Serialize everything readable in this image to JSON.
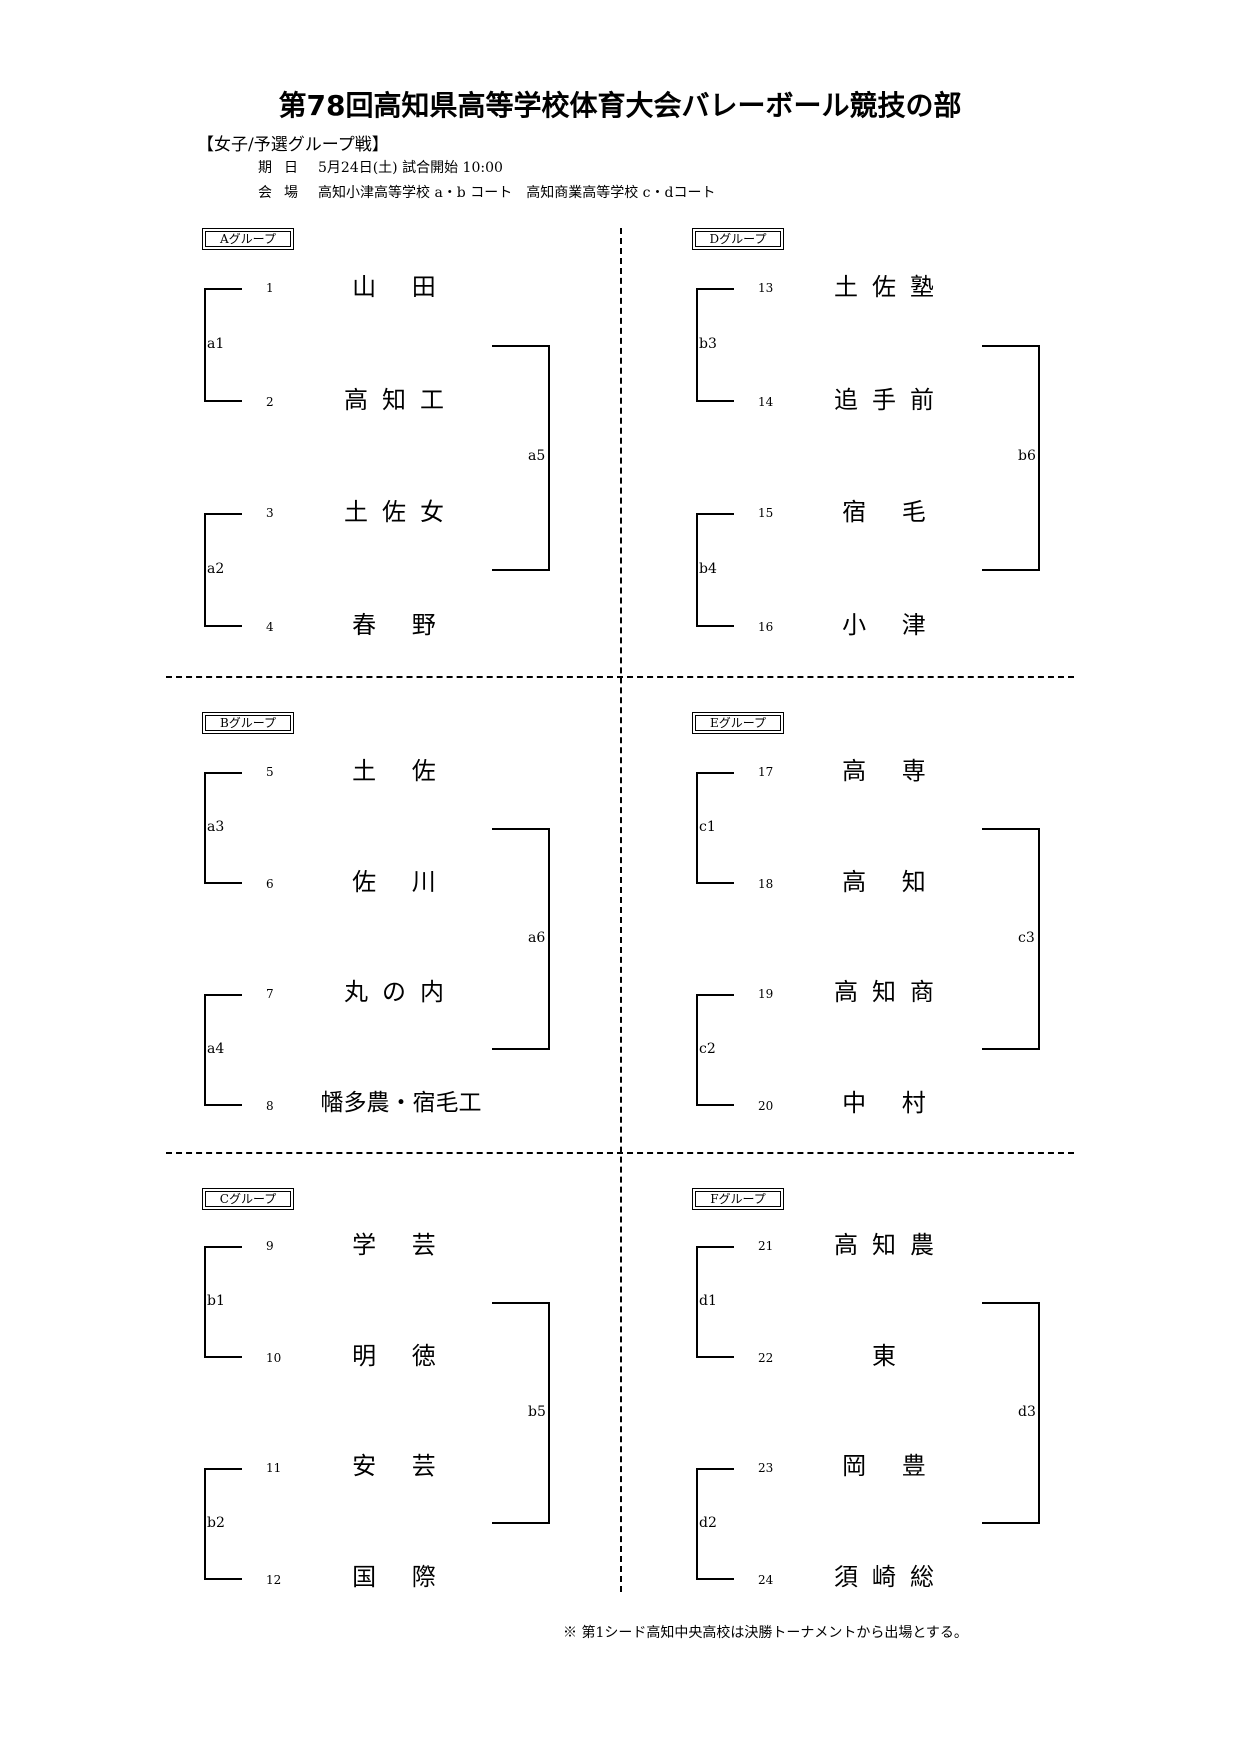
{
  "title": "第78回高知県高等学校体育大会バレーボール競技の部",
  "subtitle": "【女子/予選グループ戦】",
  "info": [
    {
      "label": "期日",
      "value": "5月24日(土) 試合開始 10:00"
    },
    {
      "label": "会場",
      "value": "高知小津高等学校 a・b コート　高知商業高等学校 c・dコート"
    }
  ],
  "groups": [
    {
      "tag": "Aグループ",
      "m1": "a1",
      "m2": "a2",
      "final": "a5",
      "teams": [
        {
          "seed": "1",
          "name": "山 田"
        },
        {
          "seed": "2",
          "name": "高知工"
        },
        {
          "seed": "3",
          "name": "土佐女"
        },
        {
          "seed": "4",
          "name": "春 野"
        }
      ]
    },
    {
      "tag": "Dグループ",
      "m1": "b3",
      "m2": "b4",
      "final": "b6",
      "teams": [
        {
          "seed": "13",
          "name": "土佐塾"
        },
        {
          "seed": "14",
          "name": "追手前"
        },
        {
          "seed": "15",
          "name": "宿 毛"
        },
        {
          "seed": "16",
          "name": "小 津"
        }
      ]
    },
    {
      "tag": "Bグループ",
      "m1": "a3",
      "m2": "a4",
      "final": "a6",
      "teams": [
        {
          "seed": "5",
          "name": "土 佐"
        },
        {
          "seed": "6",
          "name": "佐 川"
        },
        {
          "seed": "7",
          "name": "丸の内"
        },
        {
          "seed": "8",
          "name": "幡多農・宿毛工"
        }
      ]
    },
    {
      "tag": "Eグループ",
      "m1": "c1",
      "m2": "c2",
      "final": "c3",
      "teams": [
        {
          "seed": "17",
          "name": "高 専"
        },
        {
          "seed": "18",
          "name": "高 知"
        },
        {
          "seed": "19",
          "name": "高知商"
        },
        {
          "seed": "20",
          "name": "中 村"
        }
      ]
    },
    {
      "tag": "Cグループ",
      "m1": "b1",
      "m2": "b2",
      "final": "b5",
      "teams": [
        {
          "seed": "9",
          "name": "学 芸"
        },
        {
          "seed": "10",
          "name": "明 徳"
        },
        {
          "seed": "11",
          "name": "安 芸"
        },
        {
          "seed": "12",
          "name": "国 際"
        }
      ]
    },
    {
      "tag": "Fグループ",
      "m1": "d1",
      "m2": "d2",
      "final": "d3",
      "teams": [
        {
          "seed": "21",
          "name": "高知農"
        },
        {
          "seed": "22",
          "name": "東"
        },
        {
          "seed": "23",
          "name": "岡 豊"
        },
        {
          "seed": "24",
          "name": "須崎総"
        }
      ]
    }
  ],
  "footnote": "※ 第1シード高知中央高校は決勝トーナメントから出場とする。"
}
